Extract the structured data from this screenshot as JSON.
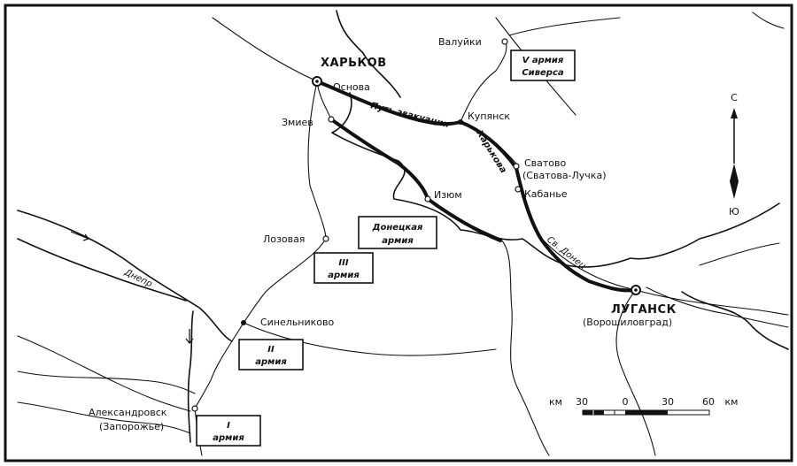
{
  "cities": {
    "kharkov": "ХАРЬКОВ",
    "osnova": "Основа",
    "zmiev": "Змиев",
    "valuyki": "Валуйки",
    "kupyansk": "Купянск",
    "svatovo_1": "Сватово",
    "svatovo_2": "(Сватова-Лучка)",
    "kabanye": "Кабанье",
    "izyum": "Изюм",
    "lozovaya": "Лозовая",
    "sinelnikovo": "Синельниково",
    "aleksandrovsk_1": "Александровск",
    "aleksandrovsk_2": "(Запорожье)",
    "lugansk_1": "ЛУГАНСК",
    "lugansk_2": "(Ворошиловград)"
  },
  "armies": {
    "north_1": "V армия",
    "north_2": "Сиверса",
    "donetsk_1": "Донецкая",
    "donetsk_2": "армия",
    "third_1": "III",
    "third_2": "армия",
    "second_1": "II",
    "second_2": "армия",
    "first_1": "I",
    "first_2": "армия"
  },
  "routes": {
    "evacuation": "Путь эвакуации",
    "kharkov_corps": "Харьковa"
  },
  "rivers": {
    "dnepr": "Днепр",
    "seversky_donets": "Св. Донец"
  },
  "compass": {
    "north": "С",
    "south": "Ю"
  },
  "scale": {
    "unit_left": "км",
    "unit_right": "км",
    "ticks": [
      "30",
      "0",
      "30",
      "60"
    ]
  },
  "colors": {
    "ink": "#111111",
    "paper": "#ffffff"
  }
}
